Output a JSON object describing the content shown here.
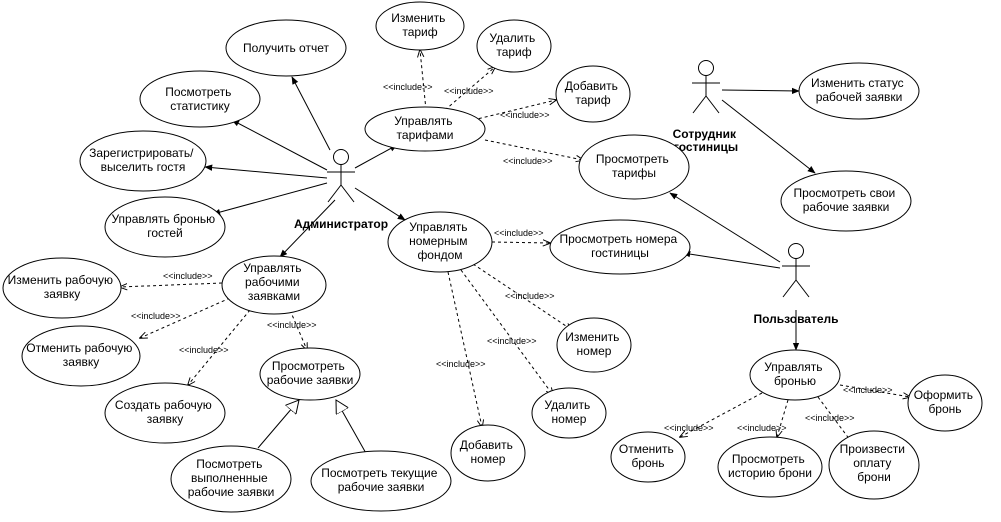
{
  "actors": {
    "admin": "Администратор",
    "staff": [
      "Сотрудник",
      "гостиницы"
    ],
    "user": "Пользователь"
  },
  "use_cases": {
    "get_report": [
      "Получить отчет"
    ],
    "view_stats": [
      "Посмотреть",
      "статистику"
    ],
    "checkin": [
      "Зарегистрировать/",
      "выселить гостя"
    ],
    "manage_guest_booking": [
      "Управлять бронью",
      "гостей"
    ],
    "manage_tariffs": [
      "Управлять",
      "тарифами"
    ],
    "change_tariff": [
      "Изменить",
      "тариф"
    ],
    "delete_tariff": [
      "Удалить",
      "тариф"
    ],
    "add_tariff": [
      "Добавить",
      "тариф"
    ],
    "view_tariffs": [
      "Просмотреть",
      "тарифы"
    ],
    "change_request_status": [
      "Изменить статус",
      "рабочей заявки"
    ],
    "view_my_requests": [
      "Просмотреть свои",
      "рабочие заявки"
    ],
    "manage_rooms": [
      "Управлять",
      "номерным",
      "фондом"
    ],
    "view_rooms": [
      "Просмотреть номера",
      "гостиницы"
    ],
    "change_room": [
      "Изменить",
      "номер"
    ],
    "delete_room": [
      "Удалить",
      "номер"
    ],
    "add_room": [
      "Добавить",
      "номер"
    ],
    "manage_requests": [
      "Управлять",
      "рабочими",
      "заявками"
    ],
    "edit_request": [
      "Изменить рабочую",
      "заявку"
    ],
    "cancel_request": [
      "Отменить рабочую",
      "заявку"
    ],
    "create_request": [
      "Создать рабочую",
      "заявку"
    ],
    "view_requests": [
      "Просмотреть",
      "рабочие заявки"
    ],
    "view_done_requests": [
      "Посмотреть",
      "выполненные",
      "рабочие заявки"
    ],
    "view_current_requests": [
      "Посмотреть текущие",
      "рабочие заявки"
    ],
    "manage_booking": [
      "Управлять",
      "бронью"
    ],
    "make_booking": [
      "Оформить",
      "бронь"
    ],
    "cancel_booking": [
      "Отменить",
      "бронь"
    ],
    "booking_history": [
      "Просмотреть",
      "историю брони"
    ],
    "pay_booking": [
      "Произвести",
      "оплату",
      "брони"
    ]
  },
  "relation_label": "<<include>>"
}
